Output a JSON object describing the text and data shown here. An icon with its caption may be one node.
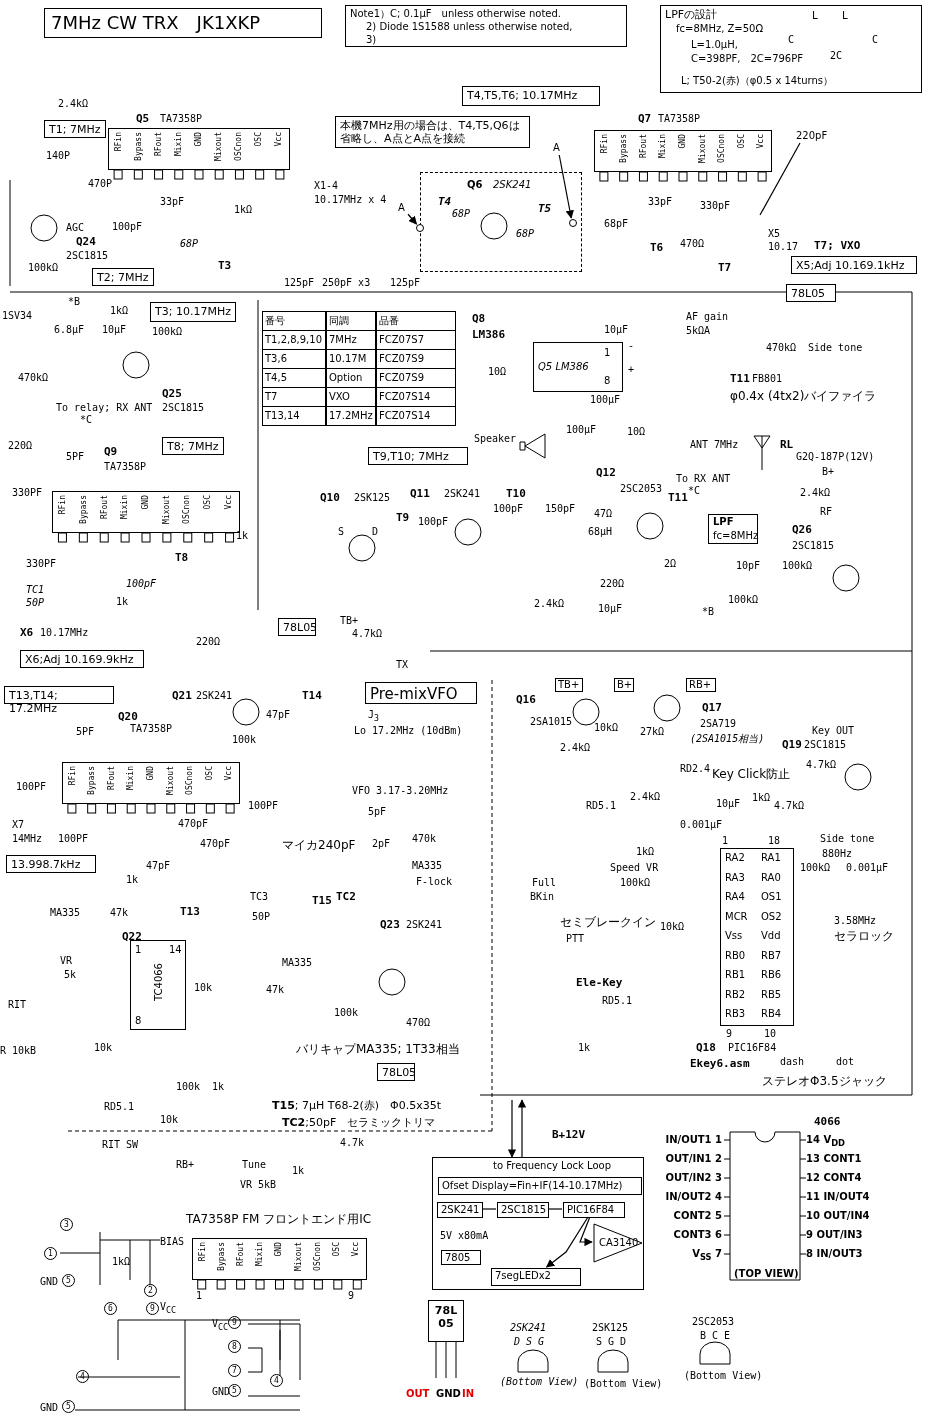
{
  "diagram": {
    "title": "7MHz CW TRX　JK1XKP",
    "nodes": [
      {
        "text": [
          "Note1）C; 0.1μF　unless otherwise noted.",
          "2) Diode 1S1588 unless otherwise noted,",
          "3)"
        ]
      },
      {
        "text": [
          "LPFの設計",
          "fc=8MHz, Z=50Ω",
          "L=1.0μH,",
          "C=398PF,　2C=796PF",
          "L; T50-2(赤)（φ0.5 x 14turns）"
        ]
      },
      {
        "text": [
          "T1; 7MHz"
        ]
      },
      {
        "text": [
          "T4,T5,T6; 10.17MHz"
        ]
      },
      {
        "text": [
          "RFin",
          "Bypass",
          "RFout",
          "Mixin",
          "GND",
          "Mixout",
          "OSCnon",
          "OSC",
          "Vcc"
        ]
      },
      {
        "text": [
          "本機7MHz用の場合は、T4,T5,Q6は省略し、A点とA点を接続"
        ]
      },
      {
        "text": [
          "RFin",
          "Bypass",
          "RFout",
          "Mixin",
          "GND",
          "Mixout",
          "OSCnon",
          "OSC",
          "Vcc"
        ]
      },
      {
        "text": [
          "Q6",
          "2SK241"
        ]
      },
      {
        "text": [
          "220pF"
        ]
      },
      {
        "text": [
          "A"
        ]
      },
      {
        "text": [
          "A"
        ]
      },
      {
        "text": [
          "T2; 7MHz"
        ]
      },
      {
        "text": [
          "T3; 10.17MHz"
        ]
      },
      {
        "text": [
          "X5;Adj 10.169.1kHz"
        ]
      },
      {
        "text": [
          "78L05"
        ]
      },
      {
        "text": [
          "Q5 LM386",
          "1",
          "8"
        ]
      },
      {
        "text": [
          "T8; 7MHz"
        ]
      },
      {
        "text": [
          "T9,T10; 7MHz"
        ]
      },
      {
        "text": [
          "RFin",
          "Bypass",
          "RFout",
          "Mixin",
          "GND",
          "Mixout",
          "OSCnon",
          "OSC",
          "Vcc"
        ]
      },
      {
        "text": [
          "LPF",
          "fc=8MHz"
        ]
      },
      {
        "text": [
          "78L05"
        ]
      },
      {
        "text": [
          "X6;Adj 10.169.9kHz"
        ]
      },
      {
        "text": [
          "T13,T14; 17.2MHz"
        ]
      },
      {
        "text": [
          "Pre-mixVFO"
        ]
      },
      {
        "text": [
          "TB+"
        ]
      },
      {
        "text": [
          "B+"
        ]
      },
      {
        "text": [
          "RB+"
        ]
      },
      {
        "text": [
          "RFin",
          "Bypass",
          "RFout",
          "Mixin",
          "GND",
          "Mixout",
          "OSCnon",
          "OSC",
          "Vcc"
        ]
      },
      {
        "text": [
          "13.998.7kHz"
        ]
      },
      {
        "text": [
          "TC4066",
          "1",
          "14",
          "8"
        ]
      },
      {
        "text": [
          "78L05"
        ]
      },
      {
        "text": [
          "RA2",
          "RA1",
          "RA3",
          "RA0",
          "RA4",
          "OS1",
          "MCR",
          "OS2",
          "Vss",
          "Vdd",
          "RB0",
          "RB7",
          "RB1",
          "RB6",
          "RB2",
          "RB5",
          "RB3",
          "RB4"
        ]
      },
      {
        "text": [
          "to Frequency Lock Loop"
        ]
      },
      {
        "text": [
          "Ofset Display=Fin+IF(14-10.17MHz)"
        ],
        "in": 32
      },
      {
        "text": [
          "2SK241"
        ],
        "in": 32
      },
      {
        "text": [
          "2SC1815"
        ],
        "in": 32
      },
      {
        "text": [
          "PIC16F84"
        ],
        "in": 32
      },
      {
        "text": [
          "7805"
        ],
        "in": 32
      },
      {
        "text": [
          "CA3140"
        ],
        "in": 32
      },
      {
        "text": [
          "7segLEDx2"
        ],
        "in": 32
      },
      {
        "text": [
          "RFin",
          "Bypass",
          "RFout",
          "Mixin",
          "GND",
          "Mixout",
          "OSCnon",
          "OSC",
          "Vcc"
        ]
      },
      {
        "text": [
          "78L 05"
        ]
      },
      {
        "text": [],
        "shape": "circle"
      },
      {
        "text": [],
        "shape": "circle",
        "in": 7
      }
    ],
    "edges": [
      {
        "from": null,
        "to": 32,
        "arrow": "to"
      },
      {
        "from": 32,
        "to": null,
        "arrow": "to"
      },
      {
        "from": 34,
        "to": 35,
        "arrow": "none"
      },
      {
        "from": 35,
        "to": 36,
        "arrow": "none"
      },
      {
        "from": 36,
        "to": 38,
        "arrow": "to"
      },
      {
        "from": 36,
        "to": 39,
        "arrow": "to"
      },
      {
        "from": 8,
        "to": null,
        "arrow": "none"
      },
      {
        "from": 9,
        "to": 42,
        "arrow": "to"
      },
      {
        "from": 10,
        "to": 43,
        "arrow": "to"
      }
    ],
    "labels": [
      "L",
      "L",
      "C",
      "C",
      "2C",
      "2.4kΩ",
      "Q5",
      "TA7358P",
      "Q7",
      "TA7358P",
      "140P",
      "470P",
      "X1-4",
      "33pF",
      "1kΩ",
      "10.17MHz x 4",
      "T4",
      "68P",
      "T5",
      "33pF",
      "330pF",
      "AGC",
      "100pF",
      "68P",
      "68pF",
      "X5",
      "Q24",
      "68P",
      "T6",
      "470Ω",
      "10.17",
      "T7; VXO",
      "2SC1815",
      "100kΩ",
      "T3",
      "T7",
      "125pF",
      "250pF x3",
      "125pF",
      "*B",
      "1SV34",
      "1kΩ",
      "Q8",
      "AF gain",
      "6.8μF",
      "10μF",
      "100kΩ",
      "LM386",
      "10μF",
      "5kΩA",
      "-",
      "470kΩ",
      "Side tone",
      "470kΩ",
      "10Ω",
      "+",
      "T11",
      "FB801",
      "Q25",
      "100μF",
      "φ0.4x (4tx2)バイファイラ",
      "To relay; RX ANT",
      "2SC1815",
      "*C",
      "100μF",
      "10Ω",
      "Speaker",
      "220Ω",
      "ANT 7MHz",
      "RL",
      "5PF",
      "Q9",
      "G2Q-187P(12V)",
      "TA7358P",
      "Q12",
      "B+",
      "To RX ANT",
      "330PF",
      "Q10",
      "2SK125",
      "Q11",
      "2SK241",
      "T10",
      "2SC2053",
      "T11",
      "*C",
      "2.4kΩ",
      "100pF",
      "150pF",
      "47Ω",
      "RF",
      "T9",
      "100pF",
      "1k",
      "S",
      "D",
      "68μH",
      "Q26",
      "2SC1815",
      "T8",
      "330PF",
      "2Ω",
      "10pF",
      "100kΩ",
      "100pF",
      "220Ω",
      "TC1",
      "50P",
      "1k",
      "2.4kΩ",
      "10μF",
      "*B",
      "100kΩ",
      "TB+",
      "X6",
      "10.17MHz",
      "4.7kΩ",
      "220Ω",
      "TX",
      "Q21",
      "2SK241",
      "T14",
      "Q16",
      "Q17",
      "Q20",
      "47pF",
      "J$_{3}$",
      "5PF",
      "TA7358P",
      "Lo 17.2MHz (10dBm)",
      "2SA1015",
      "10kΩ",
      "27kΩ",
      "2SA719",
      "Key OUT",
      "100k",
      "2.4kΩ",
      "(2SA1015相当)",
      "Q19",
      "2SC1815",
      "4.7kΩ",
      "RD2.4",
      "Key Click防止",
      "100PF",
      "VFO 3.17-3.20MHz",
      "100PF",
      "5pF",
      "RD5.1",
      "2.4kΩ",
      "10μF",
      "1kΩ",
      "4.7kΩ",
      "X7",
      "470pF",
      "0.001μF",
      "14MHz",
      "100PF",
      "470pF",
      "マイカ240pF",
      "2pF",
      "470k",
      "1",
      "18",
      "Side tone",
      "1kΩ",
      "880Hz",
      "47pF",
      "MA335",
      "Speed VR",
      "100kΩ",
      "0.001μF",
      "1k",
      "F-lock",
      "Full",
      "100kΩ",
      "TC3",
      "T15",
      "TC2",
      "BKin",
      "MA335",
      "47k",
      "T13",
      "50P",
      "Q23",
      "2SK241",
      "セミブレークイン",
      "10kΩ",
      "3.58MHz",
      "Q22",
      "PTT",
      "セラロック",
      "VR",
      "MA335",
      "5k",
      "10k",
      "47k",
      "Ele-Key",
      "RIT",
      "RD5.1",
      "100k",
      "470Ω",
      "9",
      "10",
      "R 10kB",
      "10k",
      "バリキャプMA335; 1T33相当",
      "1k",
      "Q18",
      "PIC16F84",
      "Ekey6.asm",
      "dash",
      "dot",
      "100k",
      "1k",
      "ステレオΦ3.5ジャック",
      "RD5.1",
      "**T15**; 7μH T68-2(赤)　Φ0.5x35t",
      "10k",
      "**TC2**;50pF　セラミックトリマ",
      "4066",
      "B+12V",
      "RIT SW",
      "4.7k",
      "IN/OUT1 1",
      "14 V$_{DD}$",
      "RB+",
      "Tune",
      "1k",
      "OUT/IN1 2",
      "13 CONT1",
      "VR 5kB",
      "OUT/IN2 3",
      "12 CONT4",
      "IN/OUT2 4",
      "11 IN/OUT4",
      "3",
      "TA7358P FM フロントエンド用IC",
      "CONT2 5",
      "10 OUT/IN4",
      "BIAS",
      "5V x80mA",
      "CONT3 6",
      "9 OUT/IN3",
      "1",
      "1kΩ",
      "V$_{SS}$ 7",
      "8 IN/OUT3",
      "GND",
      "5",
      "(TOP VIEW)",
      "2",
      "1",
      "9",
      "6",
      "9",
      "V$_{CC}$",
      "V$_{CC}$",
      "9",
      "2SK241",
      "2SK125",
      "2SC2053",
      "8",
      "D S G",
      "S G D",
      "B C E",
      "4",
      "7",
      "4",
      "(Bottom View)",
      "(Bottom View)",
      "(Bottom View)",
      "GND",
      "5",
      "OUT",
      "GND",
      "IN",
      "GND",
      "5",
      "番号",
      "同調",
      "品番",
      "T1,2,8,9,10",
      "7MHz",
      "FCZ07S7",
      "T3,6",
      "10.17M",
      "FCZ07S9",
      "T4,5",
      "Option",
      "FCZ07S9",
      "T7",
      "VXO",
      "FCZ07S14",
      "T13,14",
      "17.2MHz",
      "FCZ07S14"
    ]
  }
}
